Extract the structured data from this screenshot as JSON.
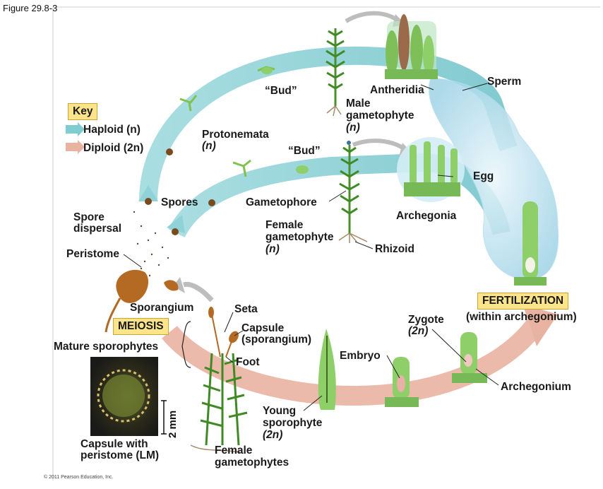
{
  "figure_label": "Figure 29.8-3",
  "key": {
    "title": "Key",
    "haploid": "Haploid (n)",
    "diploid": "Diploid (2n)",
    "haploid_color": "#7fcdd1",
    "diploid_color": "#e9b3a2"
  },
  "labels": {
    "bud_top": "“Bud”",
    "bud_mid": "“Bud”",
    "antheridia": "Antheridia",
    "sperm": "Sperm",
    "male_gametophyte_1": "Male",
    "male_gametophyte_2": "gametophyte",
    "male_gametophyte_3": "(n)",
    "protonemata_1": "Protonemata",
    "protonemata_2": "(n)",
    "egg": "Egg",
    "spores": "Spores",
    "gametophore": "Gametophore",
    "archegonia": "Archegonia",
    "spore_dispersal_1": "Spore",
    "spore_dispersal_2": "dispersal",
    "female_gametophyte_1": "Female",
    "female_gametophyte_2": "gametophyte",
    "female_gametophyte_3": "(n)",
    "rhizoid": "Rhizoid",
    "peristome": "Peristome",
    "fertilization": "FERTILIZATION",
    "within_archegonium": "(within archegonium)",
    "sporangium": "Sporangium",
    "seta": "Seta",
    "meiosis": "MEIOSIS",
    "capsule_1": "Capsule",
    "capsule_2": "(sporangium)",
    "zygote_1": "Zygote",
    "zygote_2": "(2n)",
    "mature_sporophytes": "Mature sporophytes",
    "foot": "Foot",
    "embryo": "Embryo",
    "archegonium": "Archegonium",
    "young_sporophyte_1": "Young",
    "young_sporophyte_2": "sporophyte",
    "young_sporophyte_3": "(2n)",
    "scale": "2 mm",
    "capsule_with_peristome_1": "Capsule with",
    "capsule_with_peristome_2": "peristome (LM)",
    "female_gametophytes_1": "Female",
    "female_gametophytes_2": "gametophytes",
    "copyright": "© 2011 Pearson Education, Inc."
  }
}
